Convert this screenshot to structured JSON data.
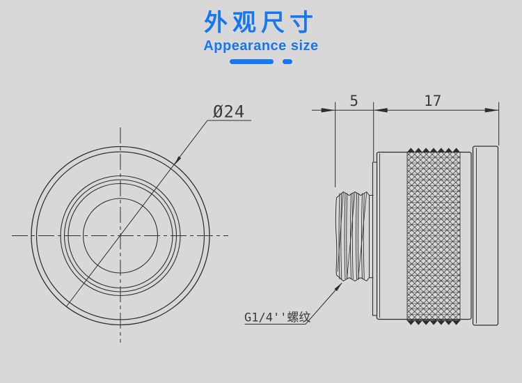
{
  "header": {
    "title": "外观尺寸",
    "subtitle": "Appearance size"
  },
  "front_view": {
    "diameter_label": "Ø24"
  },
  "side_view": {
    "thread_length_mm": "5",
    "body_length_mm": "17",
    "thread_label": "G1/4''螺纹"
  },
  "colors": {
    "background": "#d8d8d8",
    "accent_blue": "#1677f4",
    "drawing_line": "#2e2e2e",
    "annotation_text": "#3a3a3a"
  }
}
